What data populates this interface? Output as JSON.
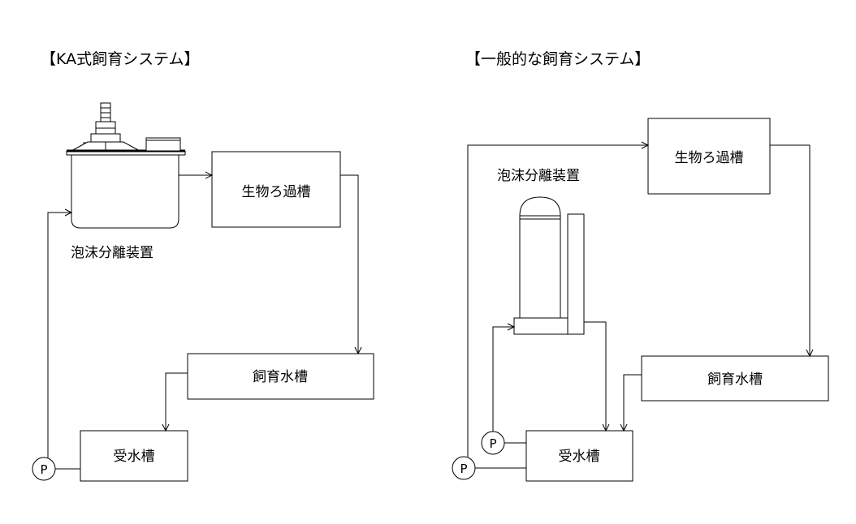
{
  "left": {
    "heading": "【KA式飼育システム】",
    "separator_label": "泡沫分離装置",
    "bio_filter_label": "生物ろ過槽",
    "breeding_tank_label": "飼育水槽",
    "receiving_tank_label": "受水槽",
    "pump_label": "P"
  },
  "right": {
    "heading": "【一般的な飼育システム】",
    "separator_label": "泡沫分離装置",
    "bio_filter_label": "生物ろ過槽",
    "breeding_tank_label": "飼育水槽",
    "receiving_tank_label": "受水槽",
    "pump_upper_label": "P",
    "pump_lower_label": "P"
  }
}
